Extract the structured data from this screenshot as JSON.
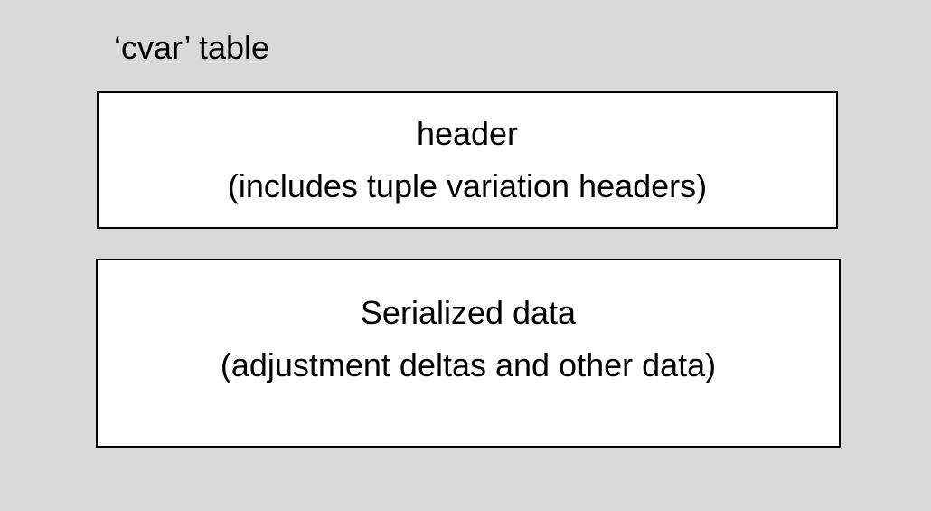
{
  "title": "‘cvar’ table",
  "diagram": {
    "boxes": [
      {
        "name": "header",
        "line1": "header",
        "line2": "(includes tuple variation headers)"
      },
      {
        "name": "serialized-data",
        "line1": "Serialized data",
        "line2": "(adjustment deltas and other data)"
      }
    ]
  },
  "colors": {
    "background": "#d9d9d9",
    "box_fill": "#ffffff",
    "box_border": "#000000",
    "text": "#000000"
  }
}
